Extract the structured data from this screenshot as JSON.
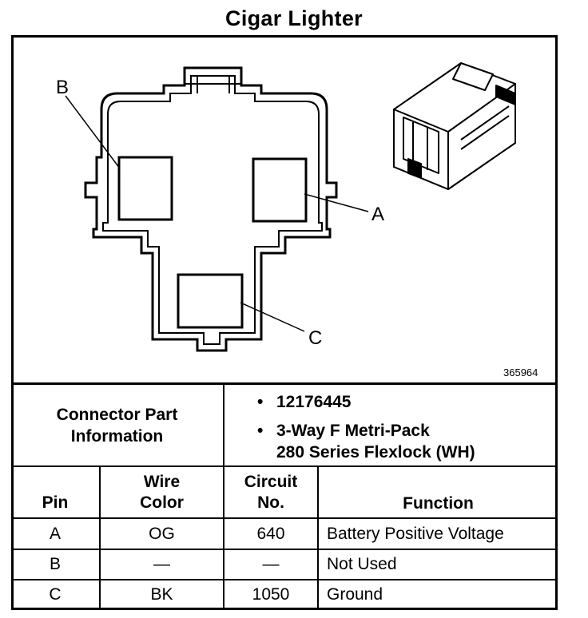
{
  "title": "Cigar Lighter",
  "figure_id": "365964",
  "callouts": {
    "a": "A",
    "b": "B",
    "c": "C"
  },
  "connector_info": {
    "label_line1": "Connector Part",
    "label_line2": "Information",
    "bullets": [
      {
        "symbol": "•",
        "lines": [
          "12176445"
        ]
      },
      {
        "symbol": "•",
        "lines": [
          "3-Way F Metri-Pack",
          "280 Series Flexlock (WH)"
        ]
      }
    ]
  },
  "table": {
    "headers": {
      "pin": "Pin",
      "wire_color_line1": "Wire",
      "wire_color_line2": "Color",
      "circuit_line1": "Circuit",
      "circuit_line2": "No.",
      "function": "Function"
    },
    "rows": [
      {
        "pin": "A",
        "wire_color": "OG",
        "circuit": "640",
        "function": "Battery Positive Voltage"
      },
      {
        "pin": "B",
        "wire_color": "—",
        "circuit": "—",
        "function": "Not Used"
      },
      {
        "pin": "C",
        "wire_color": "BK",
        "circuit": "1050",
        "function": "Ground"
      }
    ]
  }
}
